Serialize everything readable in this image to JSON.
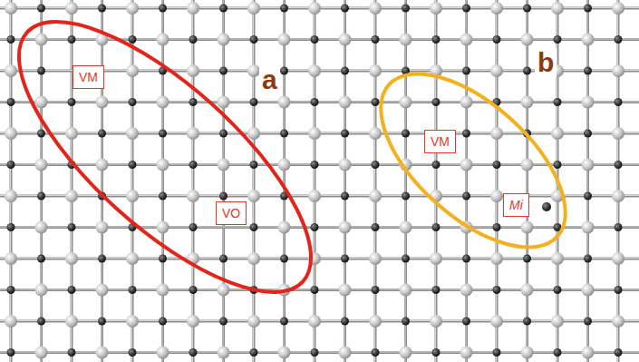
{
  "diagram": {
    "nodes": [
      {
        "text": [
          "a"
        ]
      },
      {
        "text": [
          "VM"
        ],
        "in": 0
      },
      {
        "text": [
          "VO"
        ],
        "in": 0
      },
      {
        "text": [
          "b"
        ]
      },
      {
        "text": [
          "VM"
        ],
        "in": 3
      },
      {
        "text": [
          "Mi"
        ],
        "in": 3
      }
    ]
  }
}
